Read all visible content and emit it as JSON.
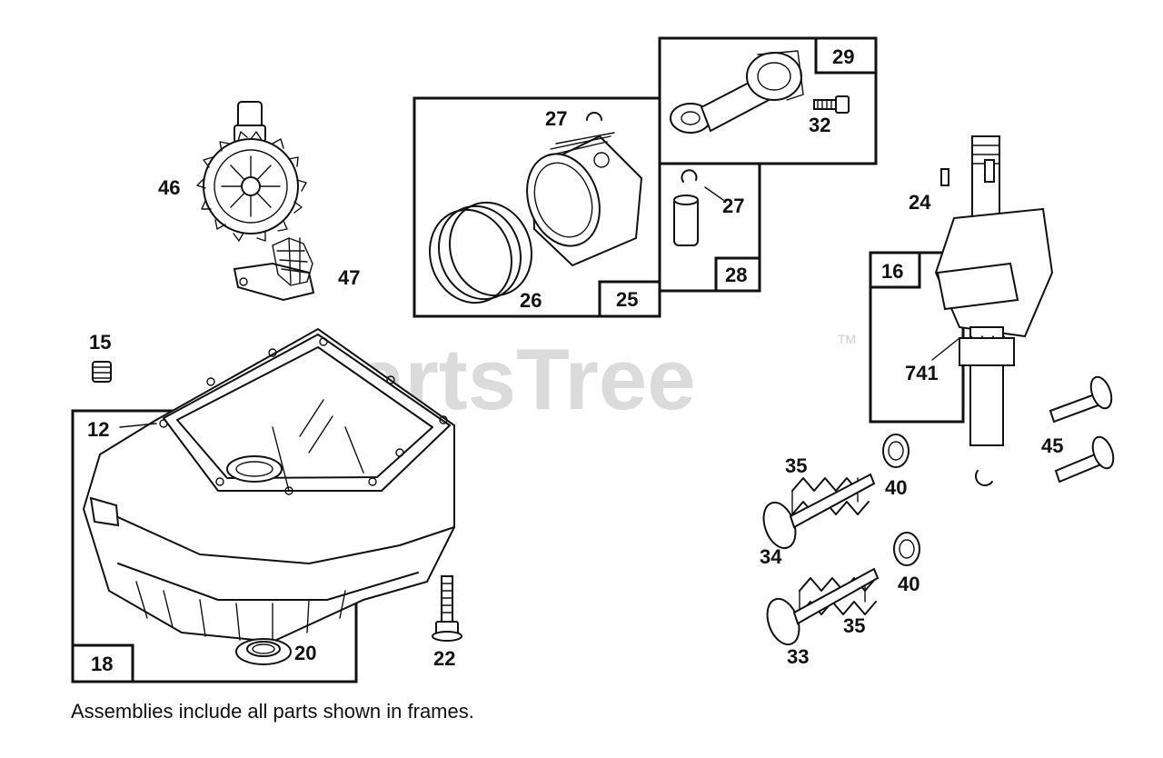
{
  "watermark": {
    "text": "PartsTree",
    "trademark": "TM"
  },
  "note": "Assemblies include all parts shown in frames.",
  "frames": [
    {
      "id": "18",
      "label": "18"
    },
    {
      "id": "25",
      "label": "25"
    },
    {
      "id": "28",
      "label": "28"
    },
    {
      "id": "29",
      "label": "29"
    },
    {
      "id": "16",
      "label": "16"
    }
  ],
  "parts": {
    "p46": "46",
    "p47": "47",
    "p15": "15",
    "p12": "12",
    "p20": "20",
    "p22": "22",
    "p27a": "27",
    "p26": "26",
    "p27b": "27",
    "p32": "32",
    "p24": "24",
    "p741": "741",
    "p45": "45",
    "p35a": "35",
    "p40a": "40",
    "p34": "34",
    "p40b": "40",
    "p35b": "35",
    "p33": "33"
  }
}
